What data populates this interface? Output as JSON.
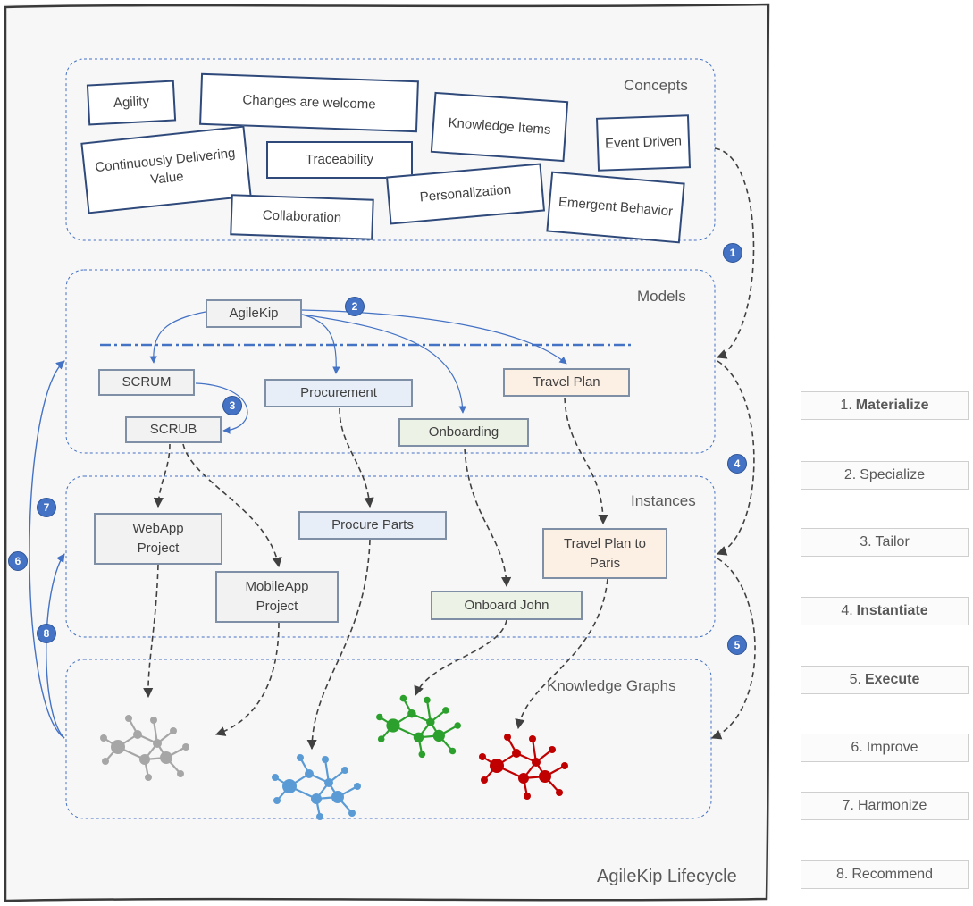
{
  "lifecycle_title": "AgileKip Lifecycle",
  "sections": {
    "concepts": "Concepts",
    "models": "Models",
    "instances": "Instances",
    "knowledge_graphs": "Knowledge Graphs"
  },
  "concepts": [
    "Agility",
    "Changes are welcome",
    "Knowledge Items",
    "Event Driven",
    "Continuously Delivering Value",
    "Traceability",
    "Personalization",
    "Emergent Behavior",
    "Collaboration"
  ],
  "models": {
    "agilekip": "AgileKip",
    "scrum": "SCRUM",
    "scrub": "SCRUB",
    "procurement": "Procurement",
    "onboarding": "Onboarding",
    "travel_plan": "Travel Plan"
  },
  "instances": {
    "webapp": "WebApp Project",
    "mobileapp": "MobileApp Project",
    "procure_parts": "Procure Parts",
    "onboard_john": "Onboard John",
    "travel_paris": "Travel Plan to Paris"
  },
  "badges": [
    "1",
    "2",
    "3",
    "4",
    "5",
    "6",
    "7",
    "8"
  ],
  "legend": [
    {
      "num": "1.",
      "label": "Materialize",
      "bold": true
    },
    {
      "num": "2.",
      "label": "Specialize",
      "bold": false
    },
    {
      "num": "3.",
      "label": "Tailor",
      "bold": false
    },
    {
      "num": "4.",
      "label": "Instantiate",
      "bold": true
    },
    {
      "num": "5.",
      "label": "Execute",
      "bold": true
    },
    {
      "num": "6.",
      "label": "Improve",
      "bold": false
    },
    {
      "num": "7.",
      "label": "Harmonize",
      "bold": false
    },
    {
      "num": "8.",
      "label": "Recommend",
      "bold": false
    }
  ],
  "colors": {
    "accent": "#4472c4",
    "graph_gray": "#a6a6a6",
    "graph_blue": "#5b9bd5",
    "graph_green": "#2ca02c",
    "graph_red": "#c00000"
  }
}
